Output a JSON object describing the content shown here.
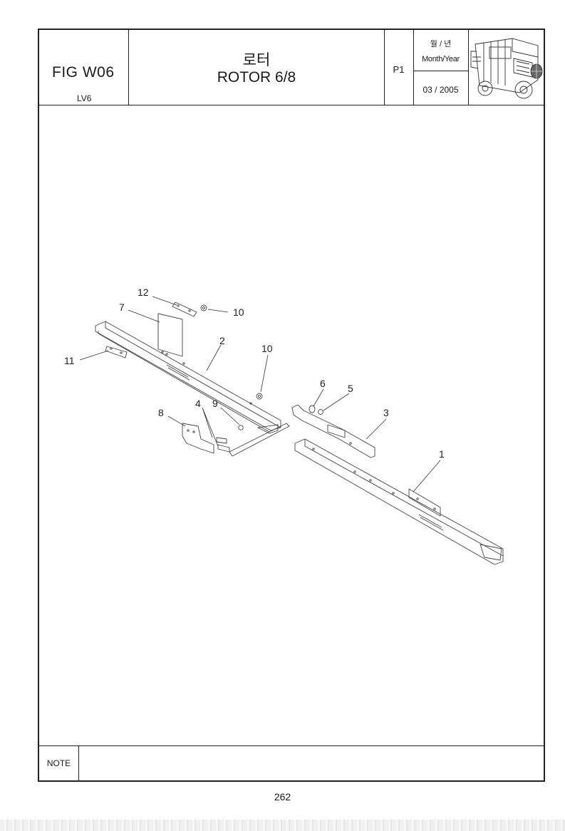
{
  "header": {
    "fig_no": "FIG W06",
    "model": "LV6",
    "title_ko": "로터",
    "title_en": "ROTOR 6/8",
    "page_code": "P1",
    "month_year_ko": "월 / 년",
    "month_year_en": "Month/Year",
    "date": "03 / 2005"
  },
  "diagram": {
    "callouts": [
      "12",
      "7",
      "10",
      "11",
      "2",
      "10",
      "6",
      "5",
      "3",
      "8",
      "4",
      "9",
      "1"
    ]
  },
  "footer": {
    "note_label": "NOTE",
    "page_number": "262"
  }
}
